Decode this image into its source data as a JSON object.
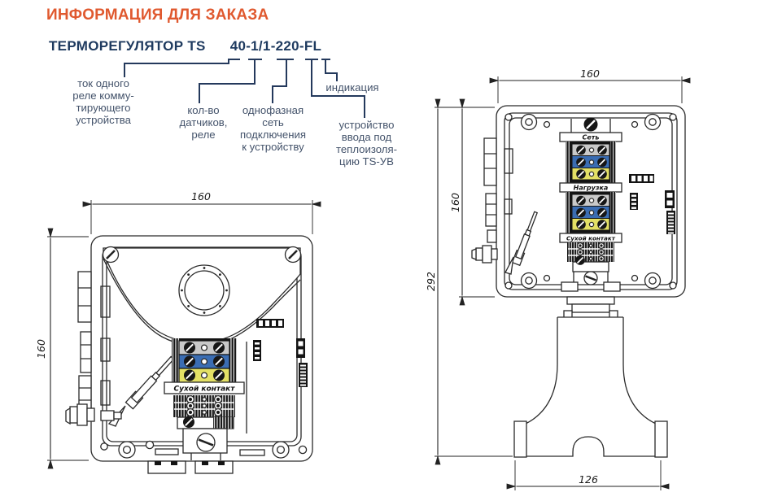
{
  "header": {
    "title": "ИНФОРМАЦИЯ ДЛЯ ЗАКАЗА",
    "model_name": "ТЕРМОРЕГУЛЯТОР TS",
    "model_code": "40-1/1-220-FL"
  },
  "legend": {
    "relay_current": "ток одного\nреле комму-\nтирующего\nустройства",
    "sensor_relay_count": "кол-во\nдатчиков,\nреле",
    "network": "однофазная\nсеть\nподключения\nк устройству",
    "indication": "индикация",
    "input_device": "устройство\nввода под\nтеплоизоля-\nцию TS-УВ"
  },
  "front_view": {
    "dim_width": "160",
    "dim_height": "160",
    "strip_dry_contact": "Сухой контакт"
  },
  "side_view": {
    "dim_width": "160",
    "dim_box_height": "160",
    "dim_total_height": "292",
    "dim_base_width": "126",
    "strip_net": "Сеть",
    "strip_load": "Нагрузка",
    "strip_dry_contact": "Сухой контакт"
  },
  "colors": {
    "accent_orange": "#E0592F",
    "navy": "#1E3A5F",
    "legend_text": "#44536B",
    "drawing_line": "#2A2A2A",
    "terminal_gray": "#C9C9C9",
    "terminal_blue": "#3A6DB3",
    "terminal_yellow": "#E3E065"
  }
}
